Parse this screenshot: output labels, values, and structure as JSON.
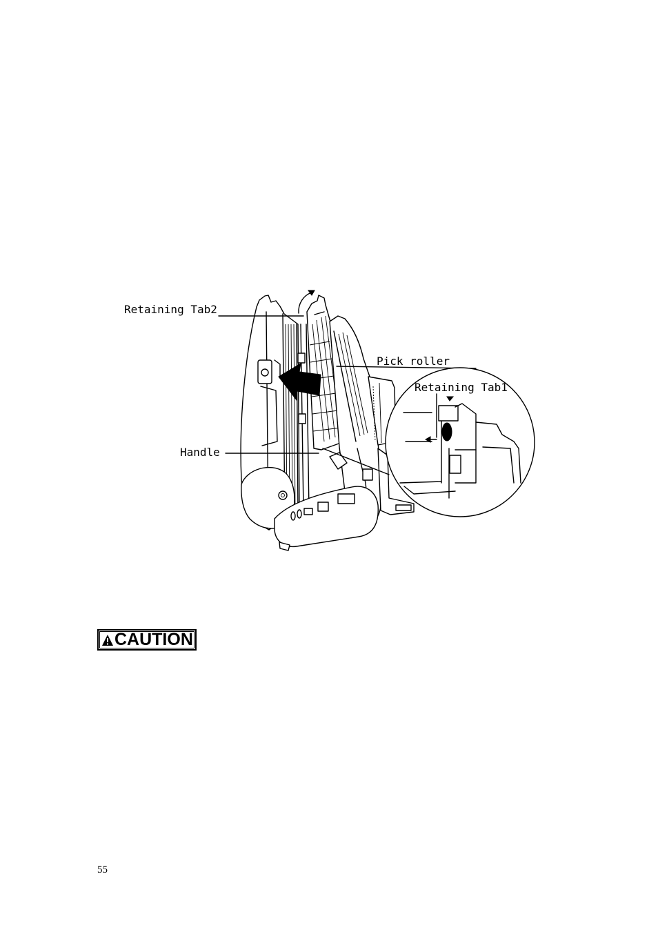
{
  "figure": {
    "labels": {
      "retaining_tab2": "Retaining Tab2",
      "pick_roller": "Pick roller",
      "retaining_tab1": "Retaining Tab1",
      "handle": "Handle"
    }
  },
  "caution": {
    "icon": "warning-triangle-icon",
    "label": "CAUTION"
  },
  "page": {
    "number": "55"
  }
}
